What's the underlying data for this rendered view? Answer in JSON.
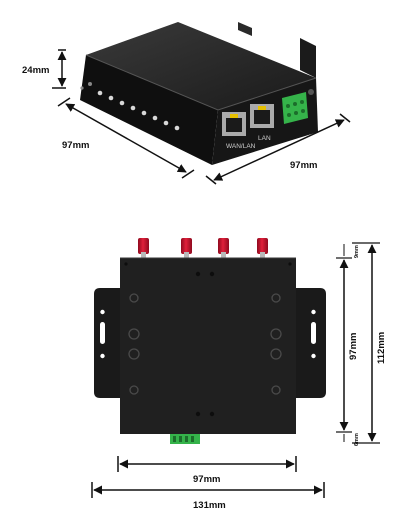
{
  "dimensions": {
    "height_top": "24mm",
    "depth_left": "97mm",
    "width_right": "97mm",
    "body_width": "97mm",
    "total_width": "131mm",
    "body_height": "97mm",
    "total_height": "112mm",
    "top_margin": "9mm",
    "bottom_margin": "6mm"
  },
  "port_labels": {
    "wan": "WAN/LAN",
    "lan": "LAN"
  },
  "colors": {
    "chassis": "#1c1c1c",
    "antenna": "#c8102e",
    "terminal": "#35b34a"
  }
}
